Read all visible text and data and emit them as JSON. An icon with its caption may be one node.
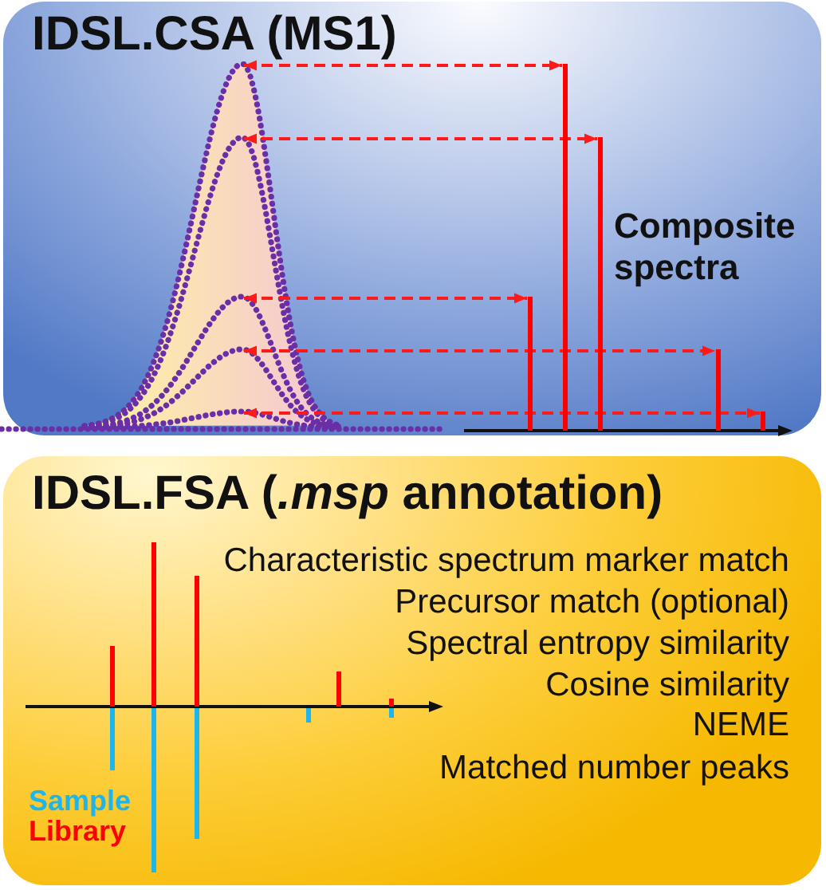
{
  "diagram": {
    "nodes": [
      {
        "text": [
          "IDSL.CSA (MS1)"
        ]
      },
      {
        "text": [],
        "shape": "peak",
        "in": 0
      },
      {
        "text": [],
        "shape": "peak",
        "in": 1
      },
      {
        "text": [],
        "shape": "peak",
        "in": 2
      },
      {
        "text": [],
        "shape": "peak",
        "in": 3
      },
      {
        "text": [],
        "shape": "peak",
        "in": 4
      },
      {
        "text": [],
        "shape": "bar",
        "in": 0
      },
      {
        "text": [],
        "shape": "bar",
        "in": 0
      },
      {
        "text": [],
        "shape": "bar",
        "in": 0
      },
      {
        "text": [],
        "shape": "bar",
        "in": 0
      },
      {
        "text": [],
        "shape": "bar",
        "in": 0
      },
      {
        "text": [
          "IDSL.FSA (*.msp* annotation)"
        ]
      }
    ],
    "edges": [
      {
        "from": 1,
        "to": 7,
        "arrow": "both",
        "style": "dashed"
      },
      {
        "from": 2,
        "to": 8,
        "arrow": "both",
        "style": "dashed"
      },
      {
        "from": 3,
        "to": 6,
        "arrow": "both",
        "style": "dashed"
      },
      {
        "from": 4,
        "to": 9,
        "arrow": "both",
        "style": "dashed"
      },
      {
        "from": 5,
        "to": 10,
        "arrow": "both",
        "style": "dashed"
      }
    ],
    "labels": [
      "Composite spectra",
      "Characteristic spectrum marker match",
      "Precursor match (optional)",
      "Spectral entropy similarity",
      "Cosine similarity",
      "NEME",
      "Matched number peaks"
    ],
    "legend": [
      {
        "text": "Sample",
        "color": "#1cb5ec"
      },
      {
        "text": "Library",
        "color": "#ff0000"
      }
    ]
  }
}
